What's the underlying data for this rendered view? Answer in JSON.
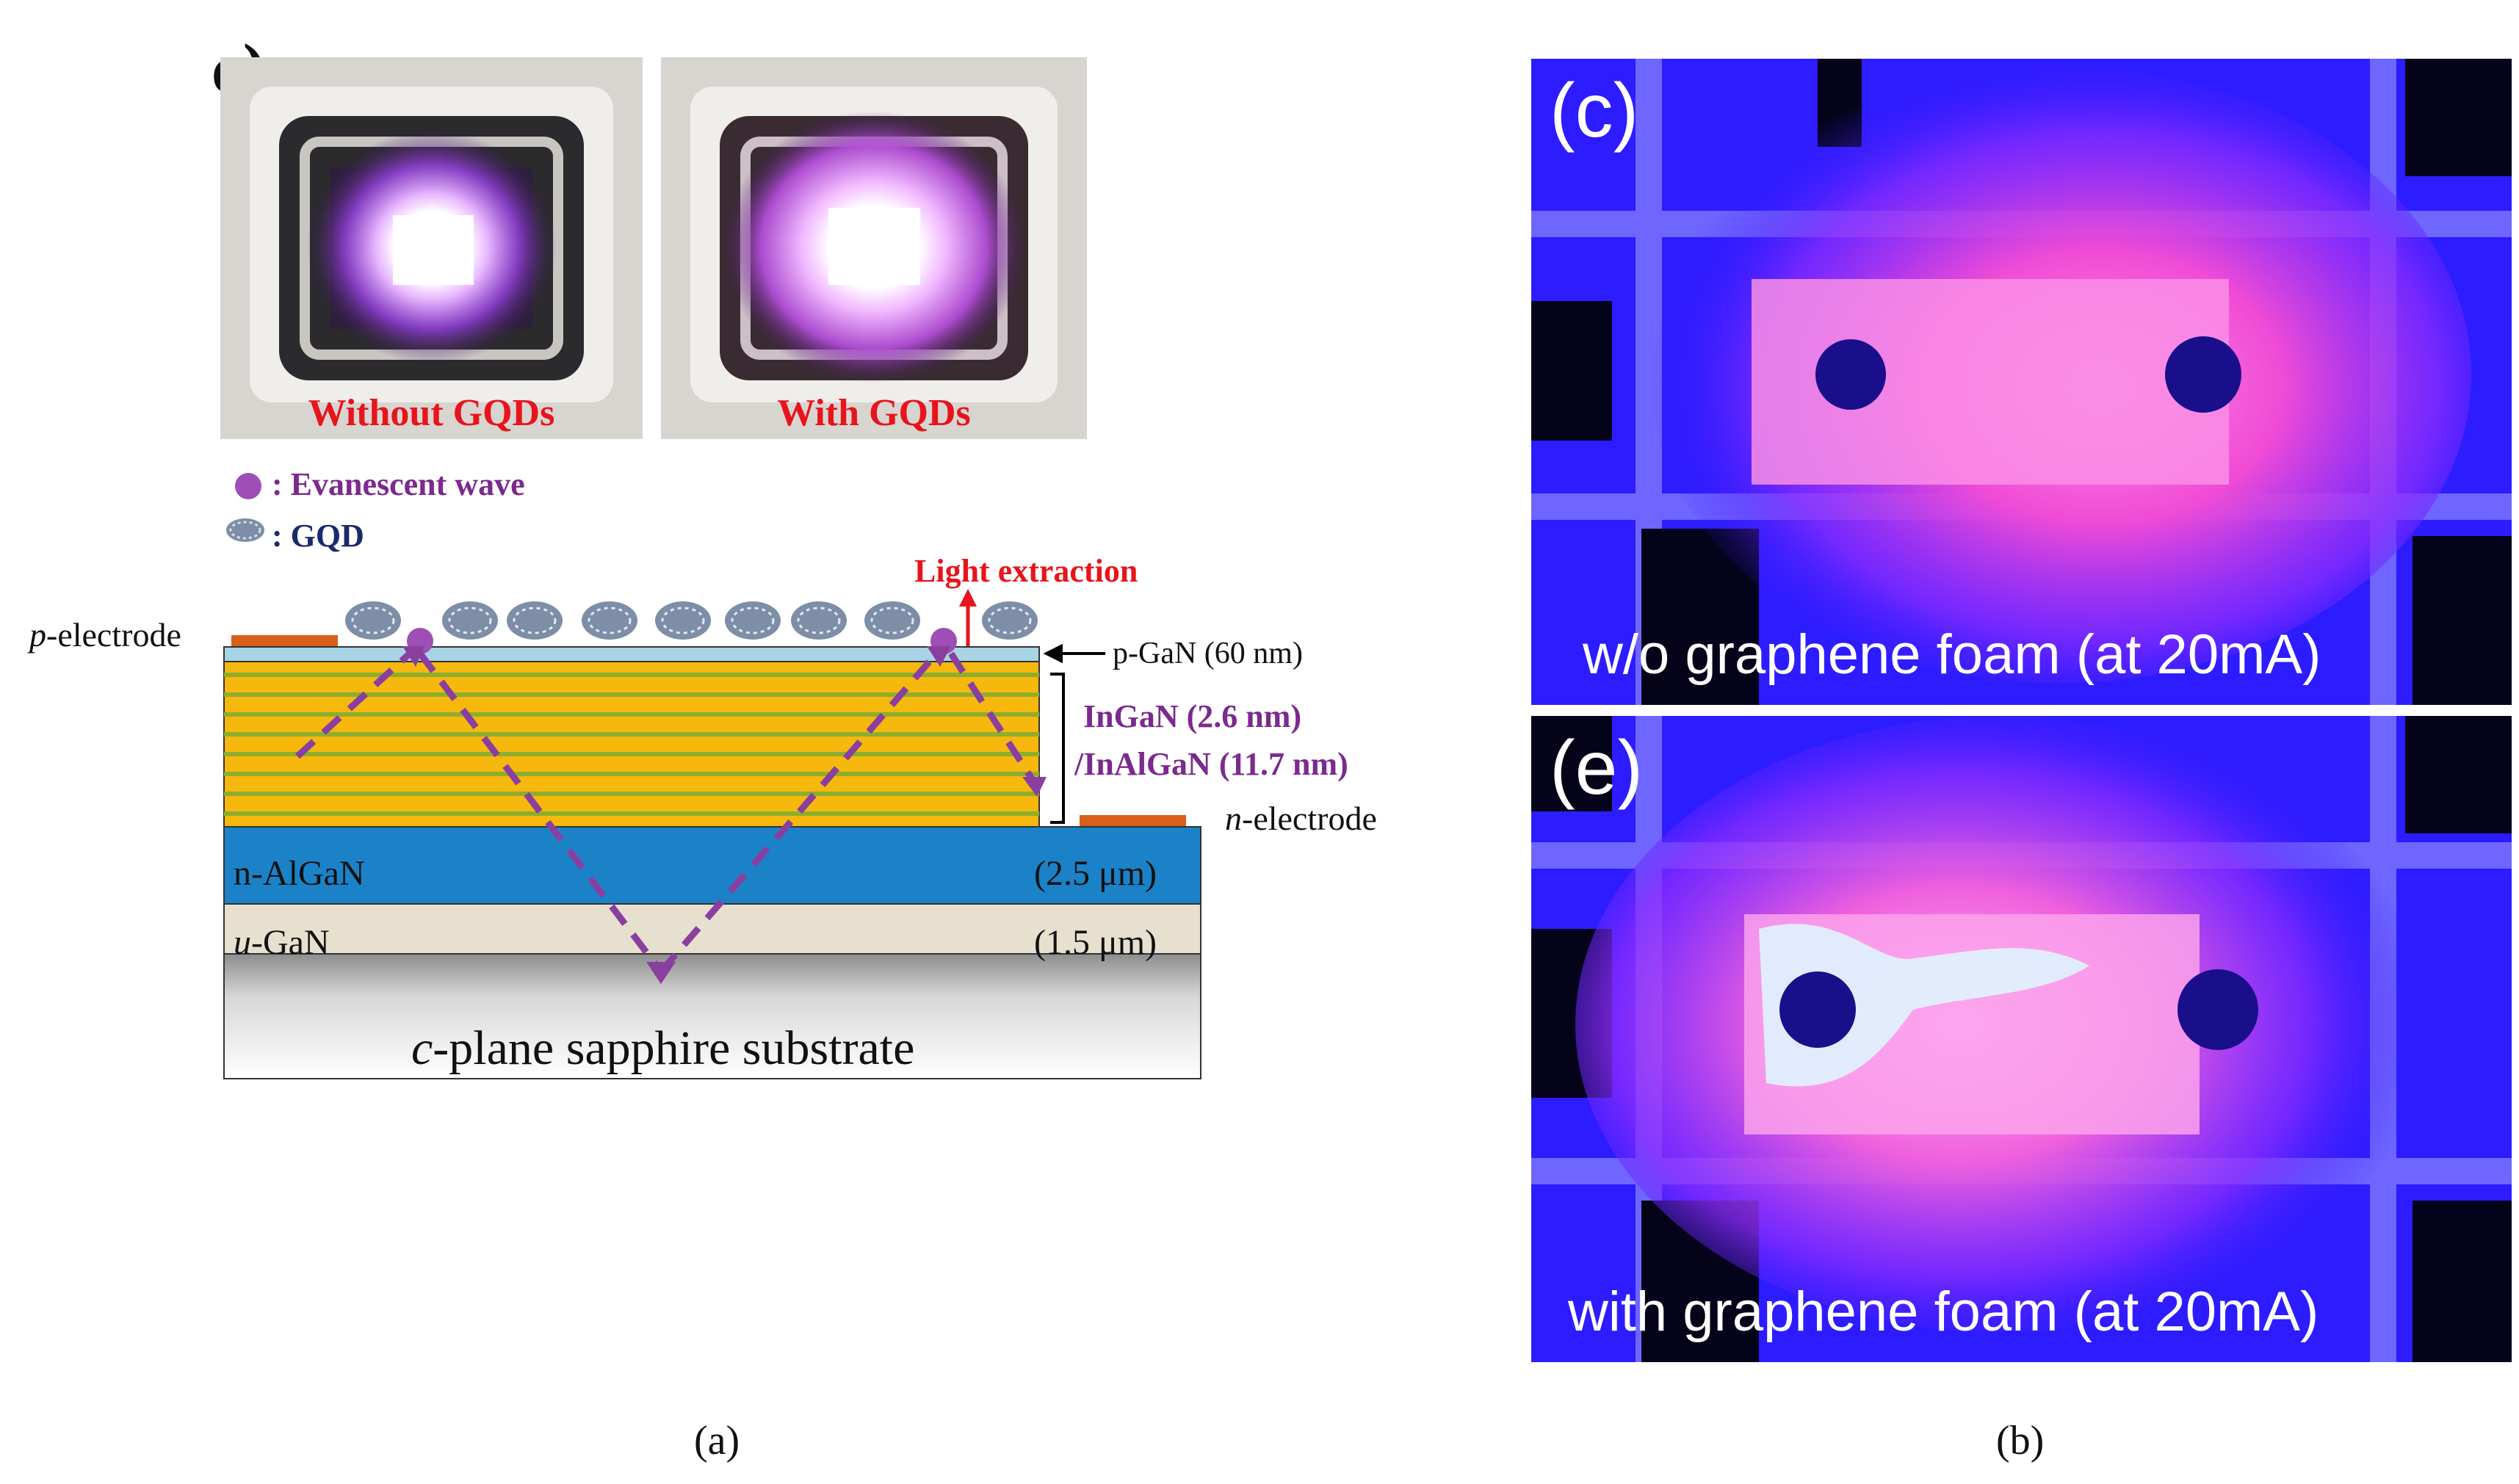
{
  "panel_a": {
    "corner_label": "c)",
    "photo_left_label": "Without GQDs",
    "photo_right_label": "With GQDs",
    "legend": {
      "evanescent": ": Evanescent wave",
      "gqd": ": GQD"
    },
    "light_extraction": "Light extraction",
    "p_electrode_italic": "p",
    "p_electrode_rest": "-electrode",
    "n_electrode_italic": "n",
    "n_electrode_rest": "-electrode",
    "pgan": "p-GaN (60 nm)",
    "ingan_line1": "InGaN (2.6 nm)",
    "ingan_line2": "/InAlGaN (11.7 nm)",
    "nalgan": "n-AlGaN",
    "nalgan_thickness": "(2.5 μm)",
    "ugan_italic": "u",
    "ugan_rest": "-GaN",
    "ugan_thickness": "(1.5 μm)",
    "substrate_italic": "c",
    "substrate_rest": "-plane sapphire substrate",
    "caption": "(a)",
    "colors": {
      "red_label": "#e8141c",
      "purple_label": "#7b2a8e",
      "navy_label": "#1b2a6b",
      "electrode": "#d9601a",
      "pgan_layer": "#a9d4e6",
      "ingan_layer": "#f6b80c",
      "inalgan_layer": "#8dae2e",
      "nalgan_layer": "#1b82c8",
      "ugan_layer": "#e7e0cf",
      "dashed_path": "#8a3fa0"
    }
  },
  "panel_b": {
    "top_label": "(c)",
    "top_caption": "w/o graphene foam (at 20mA)",
    "bottom_label": "(e)",
    "bottom_caption": "with graphene foam (at 20mA)",
    "caption": "(b)"
  }
}
